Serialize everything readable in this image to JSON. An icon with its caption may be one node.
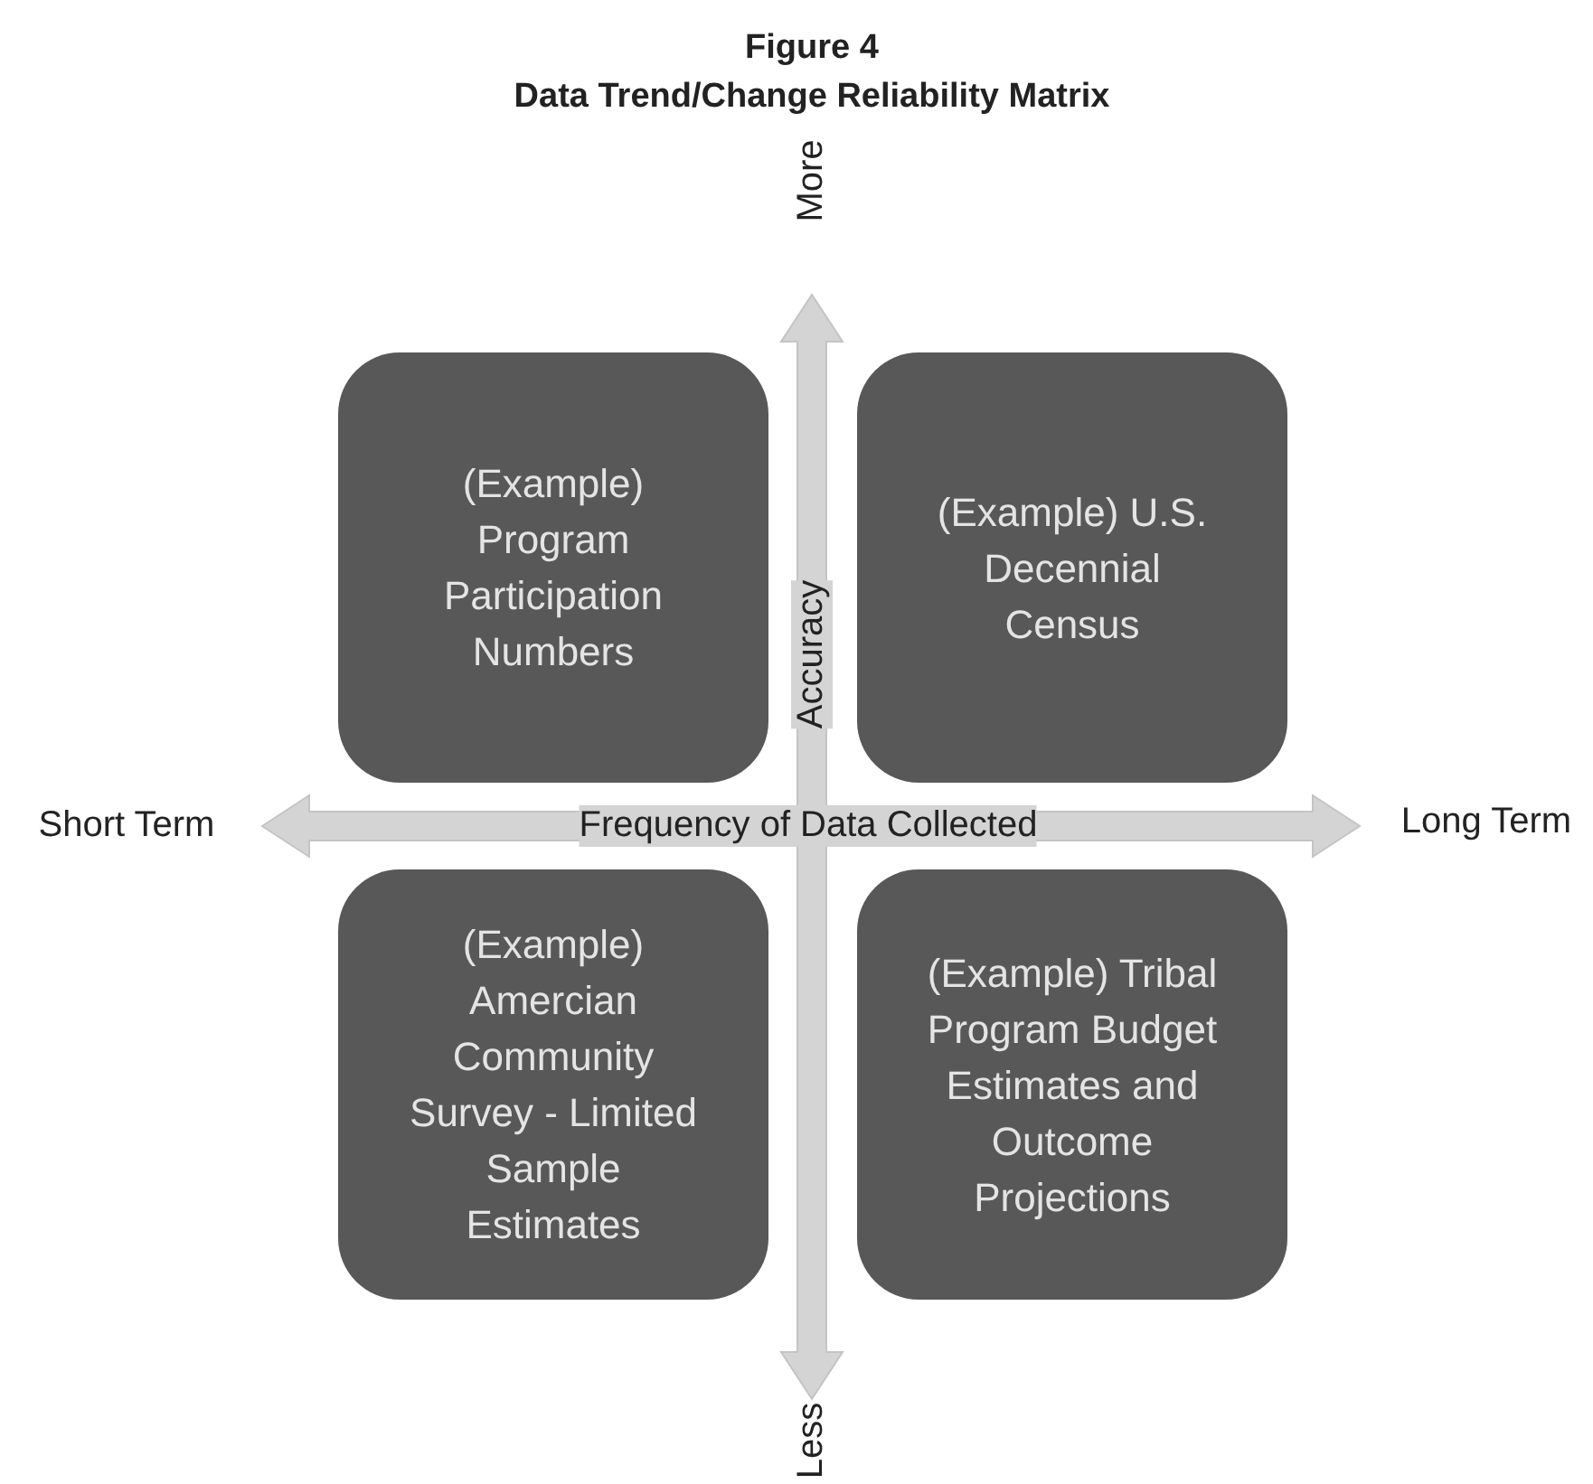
{
  "diagram": {
    "title": "Data Trend/Change Reliability Matrix",
    "nodes": [
      {
        "text": [
          "(Example) Program Participation Numbers"
        ]
      },
      {
        "text": [
          "(Example) U.S. Decennial Census"
        ]
      },
      {
        "text": [
          "(Example) Amercian Community Survey - Limited Sample Estimates"
        ]
      },
      {
        "text": [
          "(Example) Tribal Program Budget Estimates and Outcome Projections"
        ]
      }
    ],
    "labels": [
      "Figure 4",
      "More",
      "Accuracy",
      "Short Term",
      "Frequency of Data Collected",
      "Long Term",
      "Less"
    ]
  }
}
